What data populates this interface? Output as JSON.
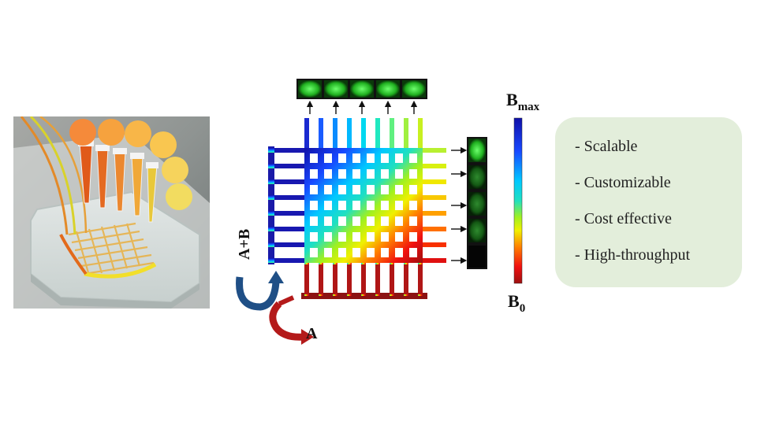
{
  "figure": {
    "colorbar": {
      "top_label_main": "B",
      "top_label_sub": "max",
      "bottom_label_main": "B",
      "bottom_label_sub": "0",
      "gradient_colors": [
        "#1010a8",
        "#1848ff",
        "#00c8ff",
        "#20e0c0",
        "#a0f020",
        "#f0f000",
        "#ff8000",
        "#f01010",
        "#9c1010"
      ]
    },
    "inlets": {
      "left_label": "A+B",
      "bottom_label": "A",
      "left_color": "#1f4f86",
      "bottom_color": "#b41a1a"
    },
    "top_outputs_count": 5,
    "right_outputs_count": 5
  },
  "features": {
    "items": [
      "- Scalable",
      "- Customizable",
      "- Cost effective",
      "- High-throughput"
    ],
    "background": "#e3eedb"
  }
}
